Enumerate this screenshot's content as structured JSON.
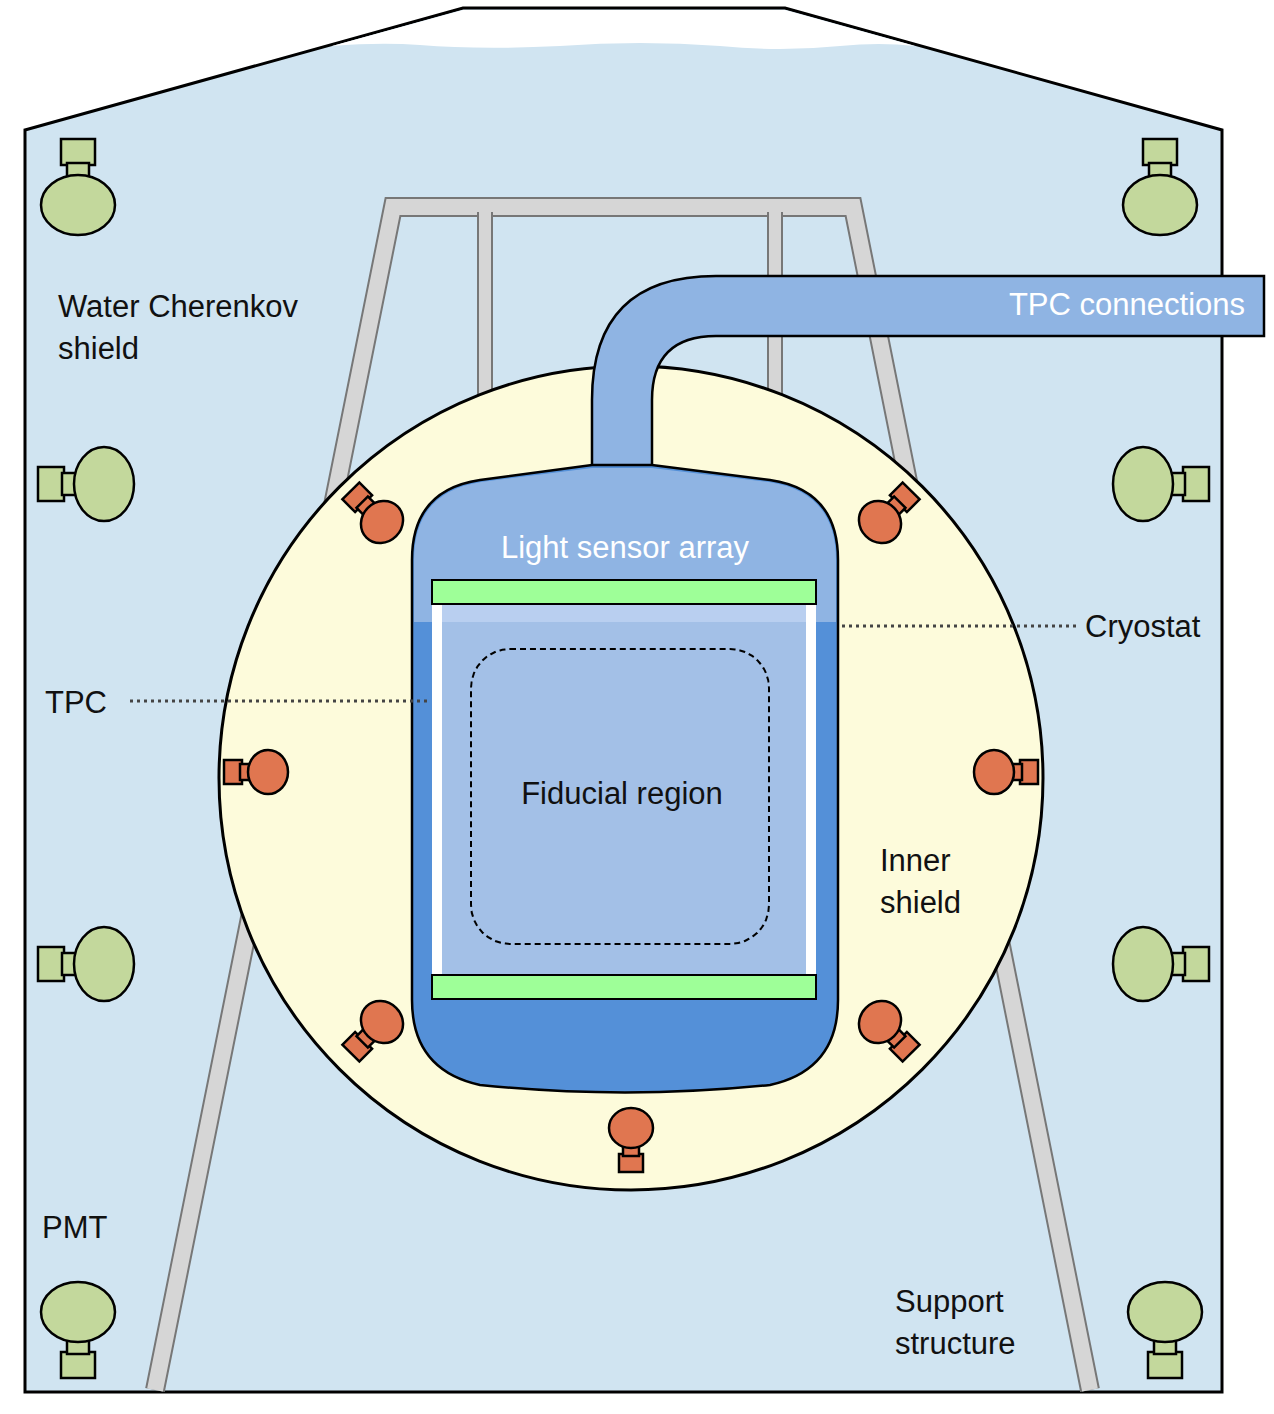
{
  "diagram": {
    "nodes": [
      {
        "text": [
          "Water Cherenkov shield"
        ]
      },
      {
        "text": [
          "Inner shield"
        ],
        "in": 0
      },
      {
        "text": [
          "Light sensor array"
        ],
        "in": 1
      },
      {
        "text": [
          "Fiducial region"
        ],
        "in": 2
      },
      {
        "text": [
          "TPC connections"
        ],
        "in": 0
      }
    ],
    "labels": [
      "Cryostat",
      "TPC",
      "PMT",
      "Support structure"
    ]
  }
}
